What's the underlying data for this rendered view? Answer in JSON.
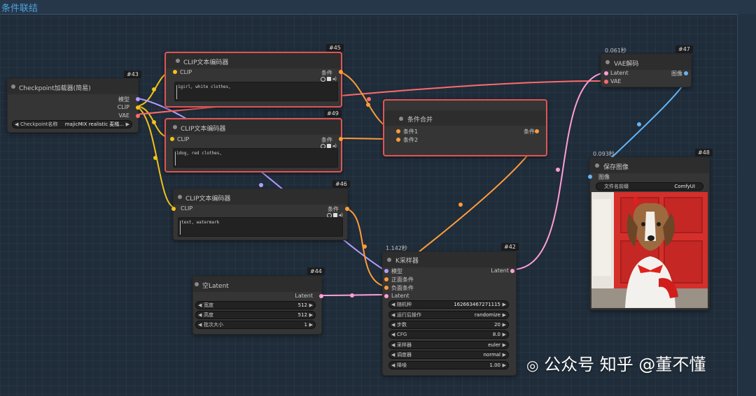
{
  "app": {
    "title": "条件联结"
  },
  "watermark": {
    "icon": "wechat-icon",
    "text": "公众号",
    "zhihu": "知乎",
    "author": "@董不懂"
  },
  "nodes": {
    "n43": {
      "id": "#43",
      "title": "Checkpoint加载器(简易)",
      "outputs": [
        "模型",
        "CLIP",
        "VAE"
      ],
      "widget": {
        "label": "Checkpoint名称",
        "value": "majicMIX realistic 麦橘..."
      }
    },
    "n45": {
      "id": "#45",
      "title": "CLIP文本编码器",
      "input": "CLIP",
      "output": "条件",
      "text": "1girl, white clothes,"
    },
    "n49": {
      "id": "#49",
      "title": "CLIP文本编码器",
      "input": "CLIP",
      "output": "条件",
      "text": "1dog, red clothes,"
    },
    "n46": {
      "id": "#46",
      "title": "CLIP文本编码器",
      "input": "CLIP",
      "output": "条件",
      "text": "text, watermark"
    },
    "n50": {
      "id": "#50",
      "title": "条件合并",
      "inputs": [
        "条件1",
        "条件2"
      ],
      "output": "条件"
    },
    "n47": {
      "id": "#47",
      "timing": "0.061秒",
      "title": "VAE解码",
      "inputs": [
        "Latent",
        "VAE"
      ],
      "output": "图像"
    },
    "n48": {
      "id": "#48",
      "timing": "0.093秒",
      "title": "保存图像",
      "input": "图像",
      "widget": {
        "label": "文件名前缀",
        "value": "ComfyUI"
      }
    },
    "n44": {
      "id": "#44",
      "title": "空Latent",
      "output": "Latent",
      "widgets": [
        {
          "label": "宽度",
          "value": "512"
        },
        {
          "label": "高度",
          "value": "512"
        },
        {
          "label": "批次大小",
          "value": "1"
        }
      ]
    },
    "n42": {
      "id": "#42",
      "timing": "1.142秒",
      "title": "K采样器",
      "inputs": [
        "模型",
        "正面条件",
        "负面条件",
        "Latent"
      ],
      "output": "Latent",
      "widgets": [
        {
          "label": "随机种",
          "value": "162663467271115"
        },
        {
          "label": "运行后操作",
          "value": "randomize"
        },
        {
          "label": "步数",
          "value": "20"
        },
        {
          "label": "CFG",
          "value": "8.0"
        },
        {
          "label": "采样器",
          "value": "euler"
        },
        {
          "label": "调度器",
          "value": "normal"
        },
        {
          "label": "降噪",
          "value": "1.00"
        }
      ]
    }
  },
  "colors": {
    "clip": "#f2c21a",
    "model": "#b49cff",
    "vae": "#ff6b6b",
    "cond": "#ff9c3a",
    "latent": "#ff9ed8",
    "image": "#64b5f6",
    "selected": "#e05555"
  }
}
